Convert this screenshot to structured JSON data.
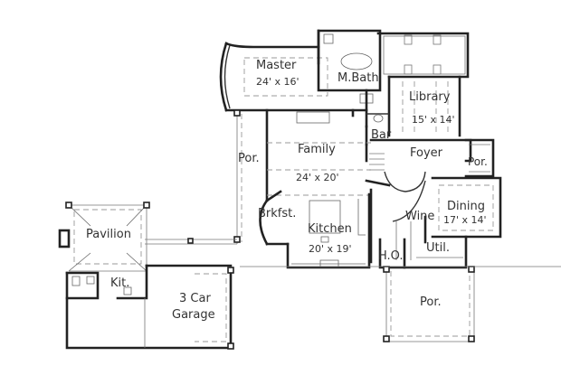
{
  "plan": {
    "rooms": {
      "master": {
        "name": "Master",
        "dims": "24' x 16'"
      },
      "mbath": {
        "name": "M.Bath"
      },
      "library": {
        "name": "Library",
        "dims": "15' x 14'"
      },
      "bar": {
        "name": "Bar"
      },
      "family": {
        "name": "Family",
        "dims": "24' x 20'"
      },
      "porch_left": {
        "name": "Por."
      },
      "foyer": {
        "name": "Foyer"
      },
      "porch_right": {
        "name": "Por."
      },
      "dining": {
        "name": "Dining",
        "dims": "17' x 14'"
      },
      "wine": {
        "name": "Wine"
      },
      "brkfst": {
        "name": "Brkfst."
      },
      "kitchen": {
        "name": "Kitchen",
        "dims": "20' x 19'"
      },
      "ho": {
        "name": "H.O."
      },
      "util": {
        "name": "Util."
      },
      "porch_front": {
        "name": "Por."
      },
      "pavilion": {
        "name": "Pavilion"
      },
      "kit": {
        "name": "Kit."
      },
      "garage": {
        "name_line1": "3 Car",
        "name_line2": "Garage"
      }
    },
    "colors": {
      "wall": "#222222",
      "background": "#ffffff",
      "dashed": "#999999"
    }
  }
}
